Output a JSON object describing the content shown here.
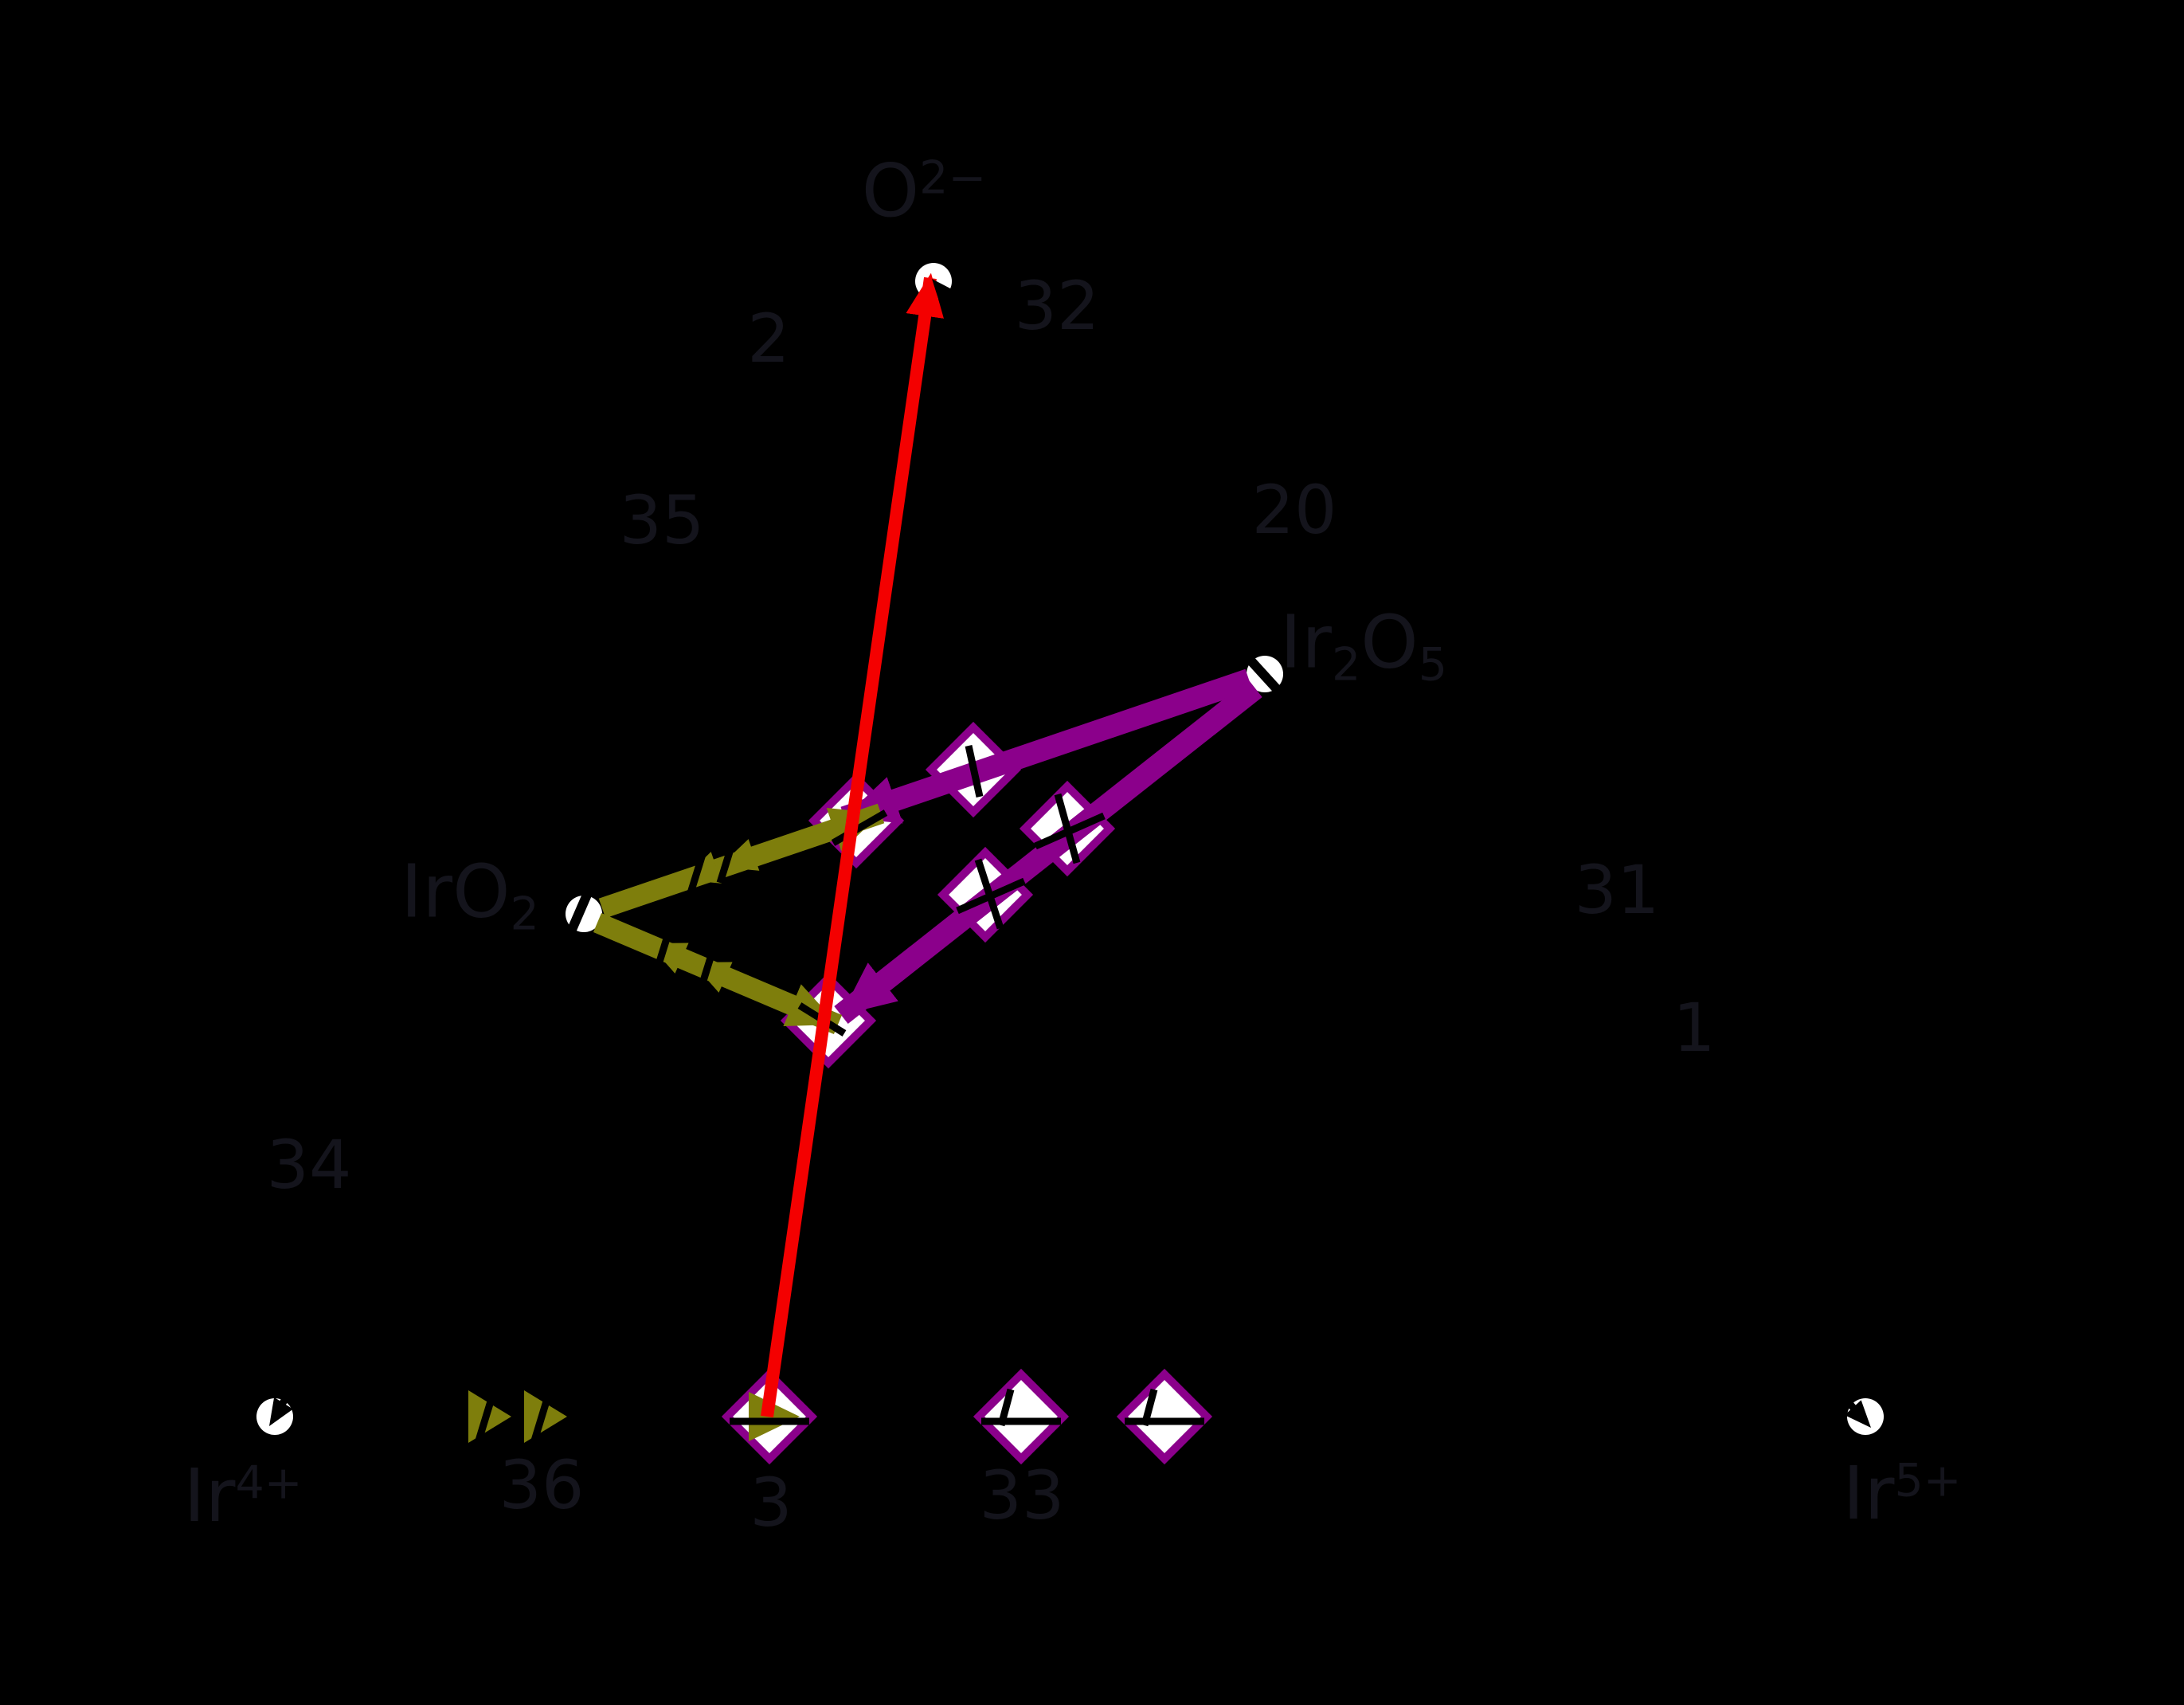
{
  "figure": {
    "type": "reaction-network-diagram",
    "background": "#000000"
  },
  "colors": {
    "red_path": "#f40000",
    "purple_path": "#8b008b",
    "olive_path": "#7e7e0c",
    "node_fill": "#ffffff",
    "marker_border": "#8b008b",
    "cross_marks": "#000000",
    "label_text": "#14141c"
  },
  "species": {
    "o2minus": {
      "base": "O",
      "sup": "2−"
    },
    "ir2o5": {
      "b1": "Ir",
      "s1": "2",
      "b2": "O",
      "s2": "5"
    },
    "iro2": {
      "b1": "IrO",
      "s1": "2"
    },
    "ir4plus": {
      "b1": "Ir",
      "p1": "4+"
    },
    "ir5plus": {
      "b1": "Ir",
      "p1": "5+"
    }
  },
  "edge_labels": {
    "e2": "2",
    "e32": "32",
    "e35": "35",
    "e20": "20",
    "e31": "31",
    "e1": "1",
    "e34": "34",
    "e36": "36",
    "e3": "3",
    "e33": "33"
  }
}
